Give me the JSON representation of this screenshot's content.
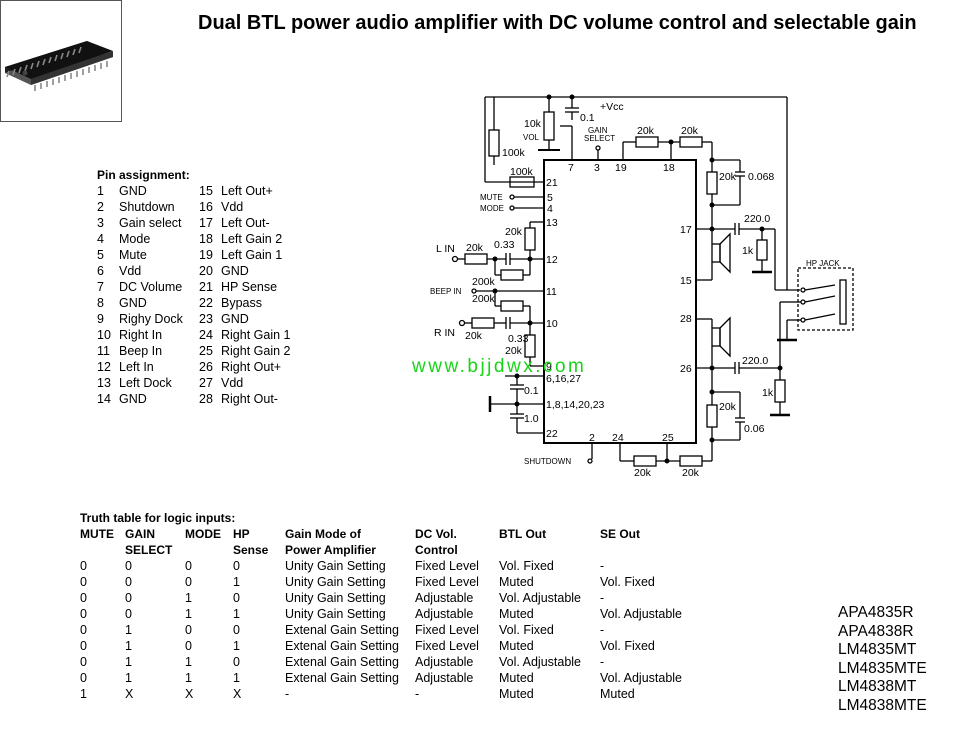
{
  "title": "Dual BTL power audio amplifier with DC volume control and selectable gain",
  "pin_assignment": {
    "heading": "Pin assignment:",
    "left": [
      {
        "num": "1",
        "name": "GND"
      },
      {
        "num": "2",
        "name": "Shutdown"
      },
      {
        "num": "3",
        "name": "Gain select"
      },
      {
        "num": "4",
        "name": "Mode"
      },
      {
        "num": "5",
        "name": "Mute"
      },
      {
        "num": "6",
        "name": "Vdd"
      },
      {
        "num": "7",
        "name": "DC Volume"
      },
      {
        "num": "8",
        "name": "GND"
      },
      {
        "num": "9",
        "name": "Righy Dock"
      },
      {
        "num": "10",
        "name": "Right In"
      },
      {
        "num": "11",
        "name": "Beep In"
      },
      {
        "num": "12",
        "name": "Left In"
      },
      {
        "num": "13",
        "name": "Left Dock"
      },
      {
        "num": "14",
        "name": "GND"
      }
    ],
    "right": [
      {
        "num": "15",
        "name": "Left Out+"
      },
      {
        "num": "16",
        "name": "Vdd"
      },
      {
        "num": "17",
        "name": "Left Out-"
      },
      {
        "num": "18",
        "name": "Left Gain 2"
      },
      {
        "num": "19",
        "name": "Left Gain 1"
      },
      {
        "num": "20",
        "name": "GND"
      },
      {
        "num": "21",
        "name": "HP Sense"
      },
      {
        "num": "22",
        "name": "Bypass"
      },
      {
        "num": "23",
        "name": "GND"
      },
      {
        "num": "24",
        "name": "Right Gain 1"
      },
      {
        "num": "25",
        "name": "Right Gain 2"
      },
      {
        "num": "26",
        "name": "Right Out+"
      },
      {
        "num": "27",
        "name": "Vdd"
      },
      {
        "num": "28",
        "name": "Right Out-"
      }
    ]
  },
  "truth_table": {
    "heading": "Truth table for logic inputs:",
    "columns": [
      [
        "MUTE"
      ],
      [
        "GAIN",
        "SELECT"
      ],
      [
        "MODE"
      ],
      [
        "HP",
        "Sense"
      ],
      [
        "Gain Mode of",
        "Power Amplifier"
      ],
      [
        "DC Vol.",
        "Control"
      ],
      [
        "BTL Out"
      ],
      [
        "SE Out"
      ]
    ],
    "rows": [
      [
        "0",
        "0",
        "0",
        "0",
        "Unity Gain Setting",
        "Fixed Level",
        "Vol. Fixed",
        "-"
      ],
      [
        "0",
        "0",
        "0",
        "1",
        "Unity Gain Setting",
        "Fixed Level",
        "Muted",
        "Vol. Fixed"
      ],
      [
        "0",
        "0",
        "1",
        "0",
        "Unity Gain Setting",
        "Adjustable",
        "Vol. Adjustable",
        "-"
      ],
      [
        "0",
        "0",
        "1",
        "1",
        "Unity Gain Setting",
        "Adjustable",
        "Muted",
        "Vol. Adjustable"
      ],
      [
        "0",
        "1",
        "0",
        "0",
        "Extenal Gain Setting",
        "Fixed Level",
        "Vol. Fixed",
        "-"
      ],
      [
        "0",
        "1",
        "0",
        "1",
        "Extenal Gain Setting",
        "Fixed Level",
        "Muted",
        "Vol. Fixed"
      ],
      [
        "0",
        "1",
        "1",
        "0",
        "Extenal Gain Setting",
        "Adjustable",
        "Vol. Adjustable",
        "-"
      ],
      [
        "0",
        "1",
        "1",
        "1",
        "Extenal Gain Setting",
        "Adjustable",
        "Muted",
        "Vol. Adjustable"
      ],
      [
        "1",
        "X",
        "X",
        "X",
        "-",
        "-",
        "Muted",
        "Muted"
      ]
    ]
  },
  "part_numbers": [
    "APA4835R",
    "APA4838R",
    "LM4835MT",
    "LM4835MTE",
    "LM4838MT",
    "LM4838MTE"
  ],
  "watermark": "www.bjjdwx.com",
  "schematic": {
    "vcc": "+Vcc",
    "r_10k_vol": "10k",
    "vol": "VOL",
    "r_100k_top": "100k",
    "c_01_top": "0.1",
    "gain_select_1": "GAIN",
    "gain_select_2": "SELECT",
    "r_20k_top1": "20k",
    "r_20k_top2": "20k",
    "r_100k_sense": "100k",
    "mute": "MUTE",
    "mode": "MODE",
    "l_in": "L IN",
    "r_20k_lin": "20k",
    "r_20k_ldock": "20k",
    "c_033_l": "0.33",
    "r_200k_l": "200k",
    "beep_in": "BEEP IN",
    "r_200k_beep": "200k",
    "r_in": "R IN",
    "r_20k_rin": "20k",
    "c_033_r": "0.33",
    "r_20k_rdock": "20k",
    "c_01_vdd": "0.1",
    "c_10_bypass": "1.0",
    "shutdown": "SHUTDOWN",
    "r_20k_bot1": "20k",
    "r_20k_bot2": "20k",
    "r_20k_fbl": "20k",
    "c_0068": "0.068",
    "c_2200_l": "220.0",
    "r_1k_l": "1k",
    "hp_jack": "HP JACK",
    "c_2200_r": "220.0",
    "r_1k_r": "1k",
    "r_20k_fbr": "20k",
    "c_006": "0.06",
    "pins": {
      "p7": "7",
      "p3": "3",
      "p19": "19",
      "p18": "18",
      "p21": "21",
      "p5": "5",
      "p4": "4",
      "p13": "13",
      "p12": "12",
      "p11": "11",
      "p10": "10",
      "p9": "9",
      "p6_16_27": "6,16,27",
      "p1_8_14_20_23": "1,8,14,20,23",
      "p22": "22",
      "p2": "2",
      "p24": "24",
      "p25": "25",
      "p17": "17",
      "p15": "15",
      "p28": "28",
      "p26": "26"
    }
  }
}
